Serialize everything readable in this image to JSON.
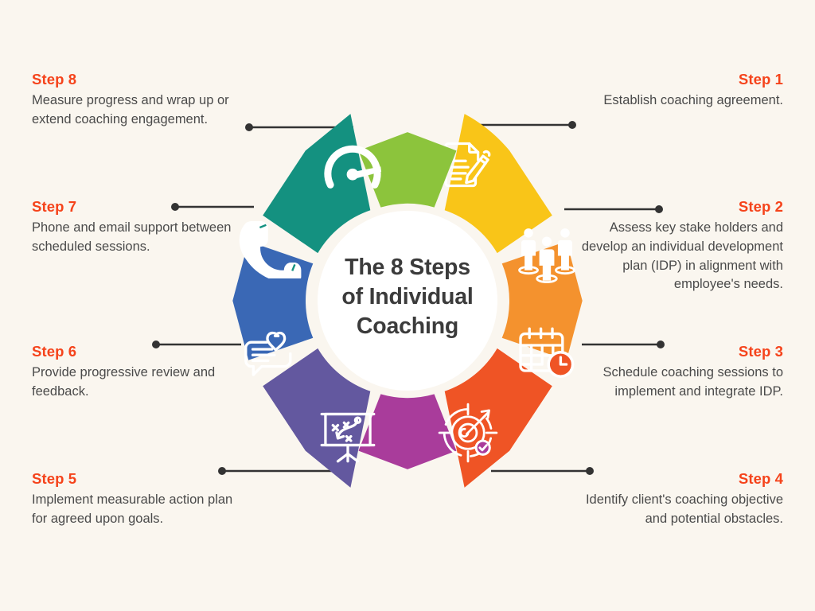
{
  "background_color": "#faf6ef",
  "center": {
    "title_line1": "The 8 Steps",
    "title_line2": "of Individual",
    "title_line3": "Coaching",
    "title_full": "The 8 Steps of Individual Coaching"
  },
  "theme": {
    "step_label_color": "#f5431b",
    "body_text_color": "#4a4a4a",
    "title_color": "#3b3b3b",
    "connector_color": "#333333",
    "hub_color": "#ffffff"
  },
  "chart_data": {
    "type": "pie",
    "title": "The 8 Steps of Individual Coaching",
    "legend": "none",
    "categories": [
      "Step 1",
      "Step 2",
      "Step 3",
      "Step 4",
      "Step 5",
      "Step 6",
      "Step 7",
      "Step 8"
    ],
    "values": [
      12.5,
      12.5,
      12.5,
      12.5,
      12.5,
      12.5,
      12.5,
      12.5
    ],
    "colors": [
      "#f9c518",
      "#f4922e",
      "#ef5425",
      "#a93c9b",
      "#63589f",
      "#3a68b5",
      "#149180",
      "#8cc43c"
    ]
  },
  "steps": [
    {
      "id": "step-1",
      "label": "Step 1",
      "description": "Establish coaching agreement.",
      "color": "#f9c518",
      "icon": "document-pencil-icon",
      "side": "right"
    },
    {
      "id": "step-2",
      "label": "Step 2",
      "description": "Assess key stake holders and develop an individual development plan (IDP) in alignment with employee's needs.",
      "color": "#f4922e",
      "icon": "stakeholders-group-icon",
      "side": "right"
    },
    {
      "id": "step-3",
      "label": "Step 3",
      "description": "Schedule coaching sessions to implement and integrate IDP.",
      "color": "#ef5425",
      "icon": "calendar-clock-icon",
      "side": "right"
    },
    {
      "id": "step-4",
      "label": "Step 4",
      "description": "Identify client's coaching objective and potential obstacles.",
      "color": "#a93c9b",
      "icon": "target-arrow-check-icon",
      "side": "right"
    },
    {
      "id": "step-5",
      "label": "Step 5",
      "description": "Implement measurable action plan for agreed upon goals.",
      "color": "#63589f",
      "icon": "strategy-board-icon",
      "side": "left"
    },
    {
      "id": "step-6",
      "label": "Step 6",
      "description": "Provide progressive review and feedback.",
      "color": "#3a68b5",
      "icon": "chat-heart-feedback-icon",
      "side": "left"
    },
    {
      "id": "step-7",
      "label": "Step 7",
      "description": "Phone and email support between scheduled sessions.",
      "color": "#149180",
      "icon": "phone-handset-icon",
      "side": "left"
    },
    {
      "id": "step-8",
      "label": "Step 8",
      "description": "Measure progress and wrap up or extend coaching engagement.",
      "color": "#8cc43c",
      "icon": "speedometer-gauge-icon",
      "side": "left"
    }
  ]
}
